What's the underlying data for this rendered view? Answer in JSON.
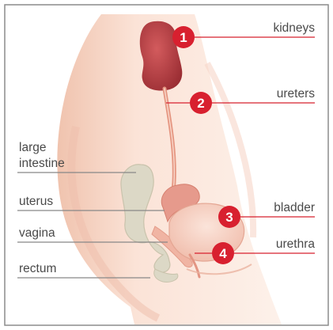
{
  "labels": {
    "kidneys": "kidneys",
    "ureters": "ureters",
    "large_intestine_line1": "large",
    "large_intestine_line2": "intestine",
    "uterus": "uterus",
    "bladder": "bladder",
    "vagina": "vagina",
    "urethra": "urethra",
    "rectum": "rectum"
  },
  "markers": [
    "1",
    "2",
    "3",
    "4"
  ],
  "colors": {
    "frame": "#8c8c8c",
    "marker": "#d8202f",
    "leader_red": "#d8202f",
    "leader_gray": "#888888",
    "skin_dark": "#f1c7b4",
    "skin_light": "#fbe8df",
    "kidney": "#b23a3f",
    "intestine": "#dcd8c6",
    "uterus": "#e69a8c",
    "bladder": "#f6d3c4"
  },
  "icons": {
    "marker_shape": "red-circle-number"
  }
}
